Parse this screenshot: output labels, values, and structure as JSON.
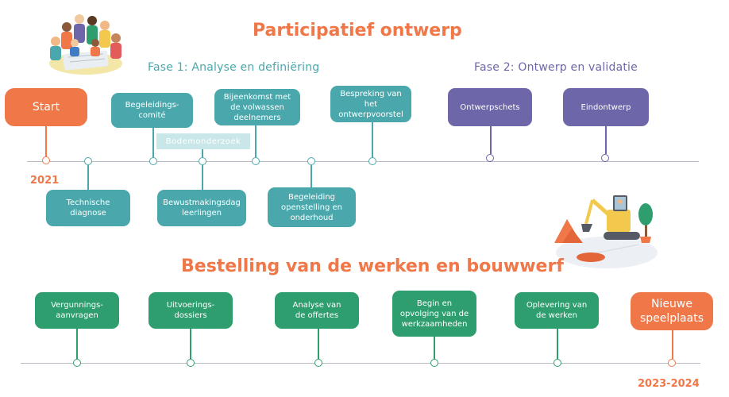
{
  "section1": {
    "title": "Participatief ontwerp",
    "phase1": "Fase 1: Analyse en definiëring",
    "phase2": "Fase 2: Ontwerp en validatie",
    "start_label": "Start",
    "year": "2021",
    "top": [
      "Begeleidings-\ncomité",
      "Bijeenkomst met\nde volwassen\ndeelnemers",
      "Bespreking van het\nontwerpvoorstel",
      "Ontwerpschets",
      "Eindontwerp"
    ],
    "bottom": [
      "Technische\ndiagnose",
      "Bewustmakingsdag\nleerlingen",
      "Begeleiding\nopenstelling en\nonderhoud"
    ],
    "chip": "Bodemonderzoek"
  },
  "section2": {
    "title": "Bestelling van de werken en bouwwerf",
    "items": [
      "Vergunnings-\naanvragen",
      "Uitvoerings-\ndossiers",
      "Analyse van\nde offertes",
      "Begin en\nopvolging van de\nwerkzaamheden",
      "Oplevering van\nde werken"
    ],
    "end_label": "Nieuwe\nspeelplaats",
    "year": "2023-2024"
  },
  "colors": {
    "orange": "#ef7748",
    "teal": "#4aa8ac",
    "purple": "#6d67a9",
    "green": "#2e9e6e",
    "line": "#b8bcc4"
  },
  "illustrations": [
    "people-group-illustration",
    "excavator-illustration"
  ]
}
